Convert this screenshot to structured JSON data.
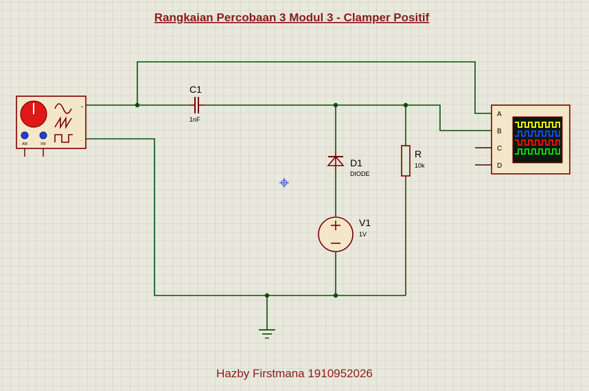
{
  "title": "Rangkaian Percobaan 3 Modul 3 - Clamper Positif",
  "author": "Hazby Firstmana 1910952026",
  "components": {
    "capacitor": {
      "ref": "C1",
      "value": "1nF"
    },
    "diode": {
      "ref": "D1",
      "value": "DIODE"
    },
    "resistor": {
      "ref": "R",
      "value": "10k"
    },
    "source": {
      "ref": "V1",
      "value": "1V"
    },
    "generator": {
      "am_label": "AM",
      "fm_label": "FM",
      "pin_plus": "+",
      "pin_minus": "-"
    },
    "oscilloscope": {
      "channels": [
        "A",
        "B",
        "C",
        "D"
      ],
      "trace_colors": [
        "#f0f000",
        "#2040ff",
        "#e01010",
        "#10d010"
      ]
    }
  },
  "colors": {
    "wire": "#0b4d0b",
    "component": "#7a0000",
    "text": "#8b1a1a",
    "grid": "#c4c4b8",
    "background": "#e8e8dc"
  }
}
